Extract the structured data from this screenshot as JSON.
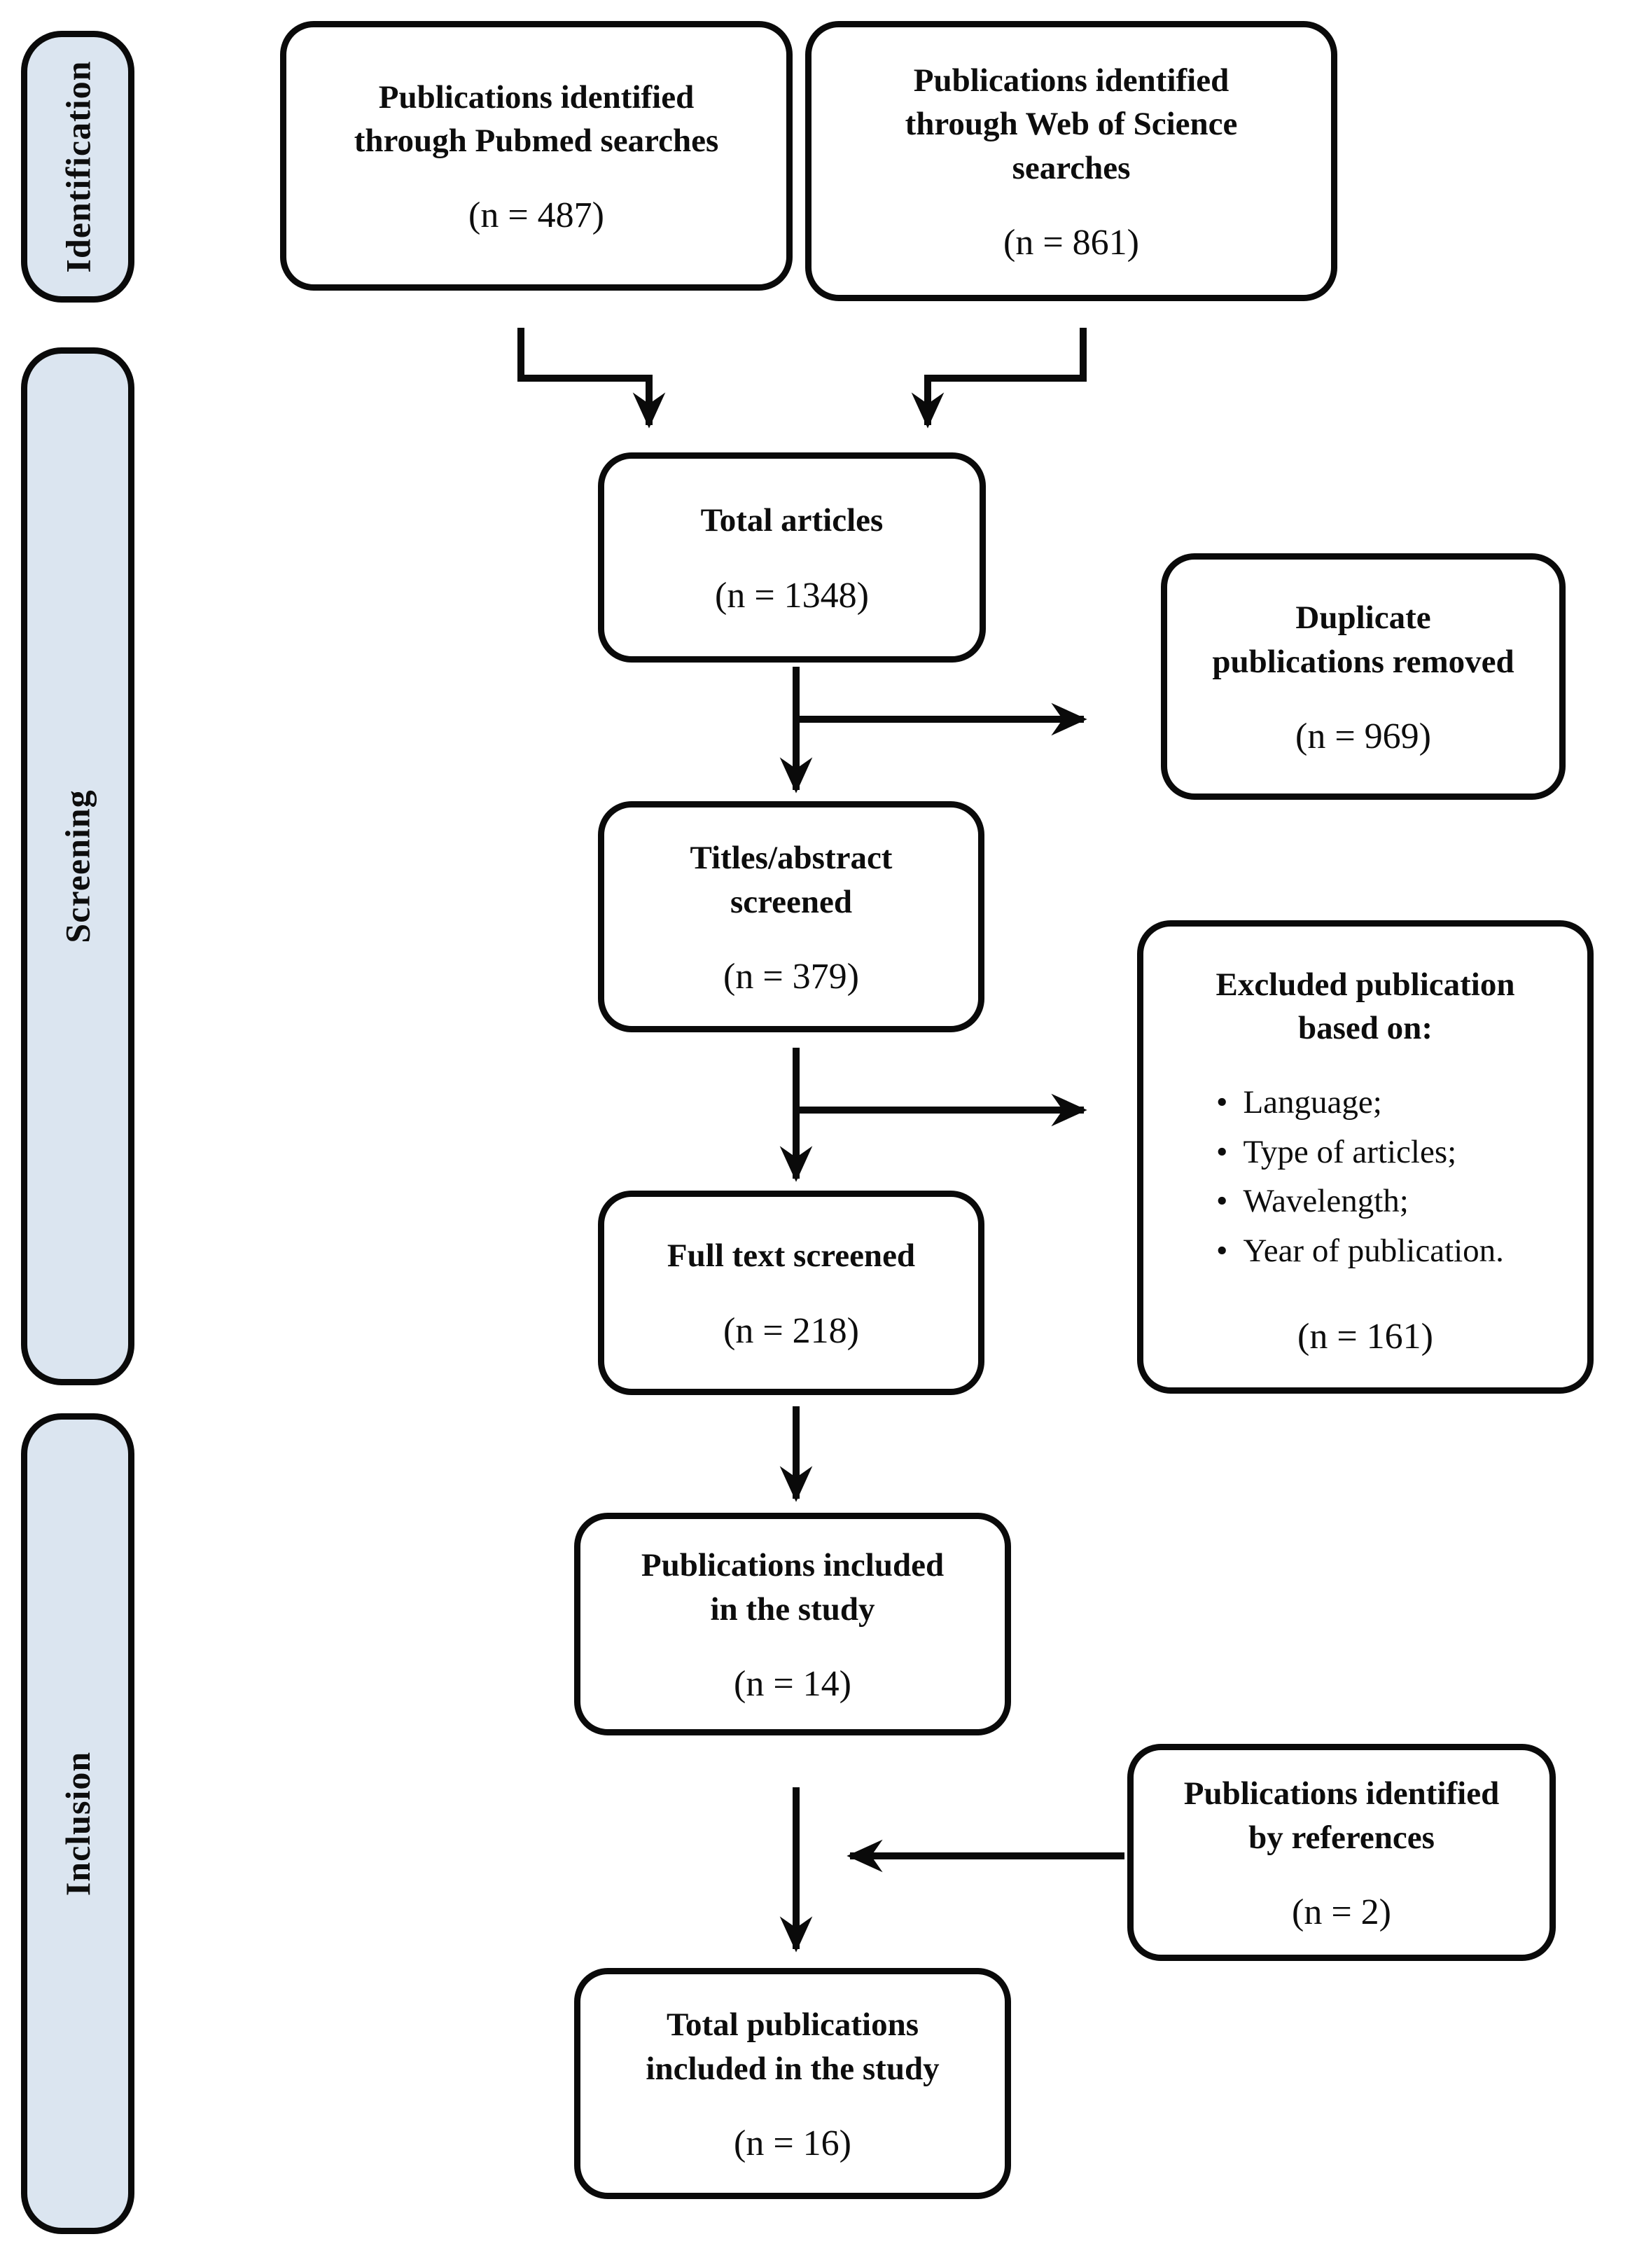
{
  "bullet": "•",
  "phases": {
    "identification": {
      "label": "Identification"
    },
    "screening": {
      "label": "Screening"
    },
    "inclusion": {
      "label": "Inclusion"
    }
  },
  "nodes": {
    "pubmed": {
      "label": "Publications identified\nthrough Pubmed searches",
      "count": "(n = 487)"
    },
    "wos": {
      "label": "Publications identified\nthrough Web of Science\nsearches",
      "count": "(n = 861)"
    },
    "total_articles": {
      "label": "Total articles",
      "count": "(n = 1348)"
    },
    "duplicates": {
      "label": "Duplicate\npublications removed",
      "count": "(n = 969)"
    },
    "titles_abstract": {
      "label": "Titles/abstract\nscreened",
      "count": "(n = 379)"
    },
    "excluded": {
      "label": "Excluded publication\nbased on:",
      "items": [
        "Language;",
        "Type of articles;",
        "Wavelength;",
        "Year of publication."
      ],
      "count": "(n = 161)"
    },
    "full_text": {
      "label": "Full text screened",
      "count": "(n = 218)"
    },
    "included": {
      "label": "Publications included\nin the study",
      "count": "(n = 14)"
    },
    "references": {
      "label": "Publications identified\nby references",
      "count": "(n = 2)"
    },
    "total_included": {
      "label": "Total publications\nincluded in the study",
      "count": "(n = 16)"
    }
  },
  "colors": {
    "phase_fill": "#dbe5f0",
    "line": "#0a0a0a",
    "background": "#ffffff"
  }
}
